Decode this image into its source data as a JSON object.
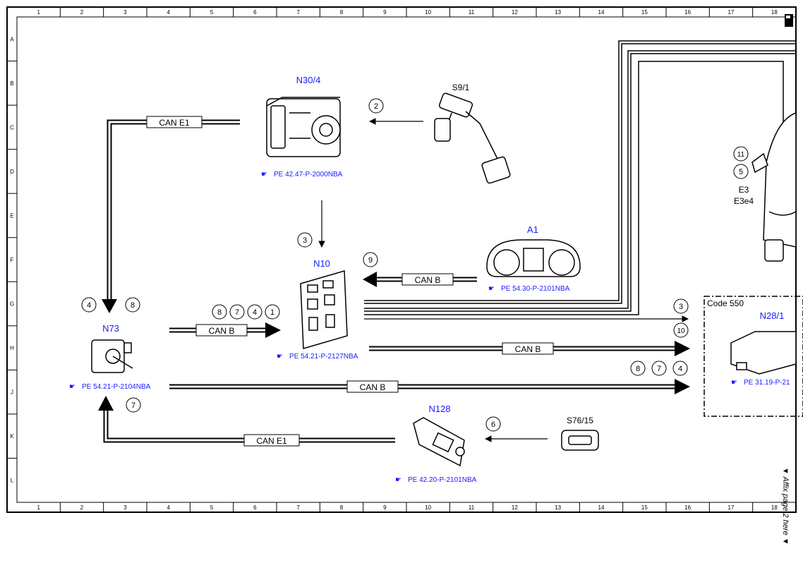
{
  "grid": {
    "columns": [
      "1",
      "2",
      "3",
      "4",
      "5",
      "6",
      "7",
      "8",
      "9",
      "10",
      "11",
      "12",
      "13",
      "14",
      "15",
      "16",
      "17",
      "18"
    ],
    "rows": [
      "A",
      "B",
      "C",
      "D",
      "E",
      "F",
      "G",
      "H",
      "J",
      "K",
      "L"
    ]
  },
  "components": {
    "n30_4": {
      "id": "N30/4",
      "ref": "PE 42.47-P-2000NBA"
    },
    "s9_1": {
      "id": "S9/1"
    },
    "n10": {
      "id": "N10",
      "ref": "PE 54.21-P-2127NBA"
    },
    "a1": {
      "id": "A1",
      "ref": "PE 54.30-P-2101NBA"
    },
    "n73": {
      "id": "N73",
      "ref": "PE 54.21-P-2104NBA"
    },
    "n128": {
      "id": "N128",
      "ref": "PE 42.20-P-2101NBA"
    },
    "s76_15": {
      "id": "S76/15"
    },
    "e3": {
      "id": "E3",
      "id2": "E3e4"
    },
    "n28_1": {
      "id": "N28/1",
      "ref": "PE 31.19-P-21"
    }
  },
  "code_box": {
    "label": "Code 550"
  },
  "buses": {
    "can_e1": "CAN E1",
    "can_b": "CAN B"
  },
  "markers": [
    "1",
    "2",
    "3",
    "4",
    "5",
    "6",
    "7",
    "8",
    "9",
    "10",
    "11"
  ],
  "affix_note": "▼ Affix page 2 here ▼"
}
